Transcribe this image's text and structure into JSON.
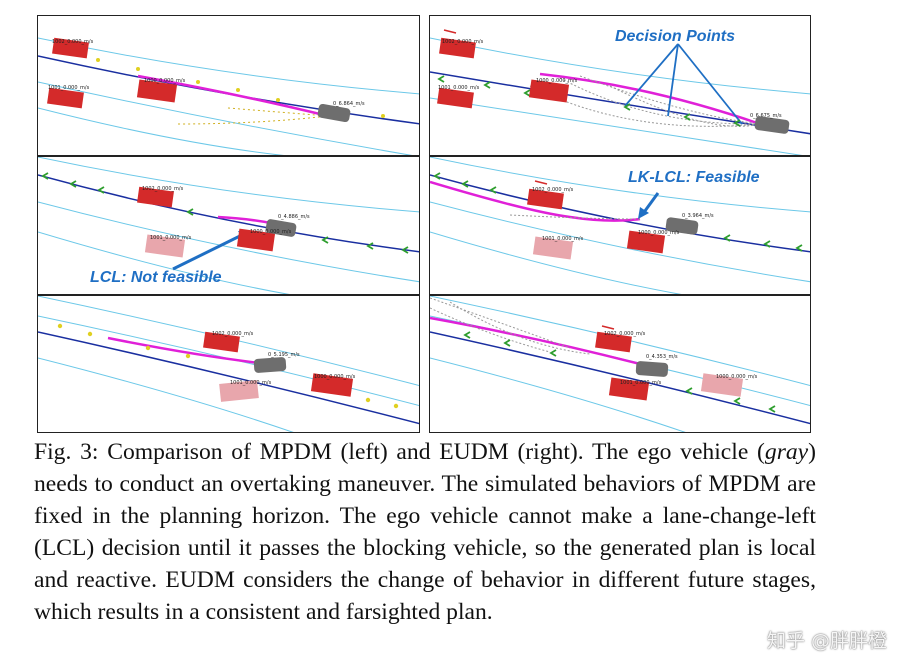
{
  "panels": [
    {
      "id": "mpdm-1",
      "labels": [
        "1002_0.000_m/s",
        "1001_0.000_m/s",
        "1000_0.000_m/s",
        "0_6.864_m/s"
      ]
    },
    {
      "id": "eudm-1",
      "labels": [
        "1002_0.000_m/s",
        "1001_0.000_m/s",
        "1000_0.000_m/s",
        "0_6.675_m/s"
      ],
      "annotation": "Decision Points"
    },
    {
      "id": "mpdm-2",
      "labels": [
        "1002_0.000_m/s",
        "1001_0.000_m/s",
        "1000_0.000_m/s",
        "0_4.886_m/s"
      ],
      "annotation": "LCL: Not feasible"
    },
    {
      "id": "eudm-2",
      "labels": [
        "1002_0.000_m/s",
        "1001_0.000_m/s",
        "1000_0.000_m/s",
        "0_3.964_m/s"
      ],
      "annotation": "LK-LCL: Feasible"
    },
    {
      "id": "mpdm-3",
      "labels": [
        "1002_0.000_m/s",
        "1001_0.000_m/s",
        "1000_0.000_m/s",
        "0_5.195_m/s"
      ]
    },
    {
      "id": "eudm-3",
      "labels": [
        "1002_0.000_m/s",
        "1001_0.000_m/s",
        "1000_0.000_m/s",
        "0_4.353_m/s"
      ]
    }
  ],
  "caption": {
    "prefix": "Fig. 3: Comparison of MPDM (left) and EUDM (right). The ego vehicle (",
    "emph": "gray",
    "suffix": ") needs to conduct an overtaking maneuver. The simulated behaviors of MPDM are fixed in the planning horizon. The ego vehicle cannot make a lane-change-left (LCL) decision until it passes the blocking vehicle, so the generated plan is local and reactive. EUDM considers the change of behavior in different future stages, which results in a consistent and farsighted plan."
  },
  "watermark": "知乎 @胖胖橙",
  "colors": {
    "lane": "#6cc8e8",
    "center_lane": "#1a2fa0",
    "plan": "#e020d8",
    "blocking_vehicle": "#d42a2a",
    "parked_vehicle": "#e8a6ac",
    "ego_vehicle": "#6e6e6e",
    "annotation": "#1f6fc4",
    "marker_green": "#2e9e2e",
    "marker_yellow": "#e0d020"
  }
}
